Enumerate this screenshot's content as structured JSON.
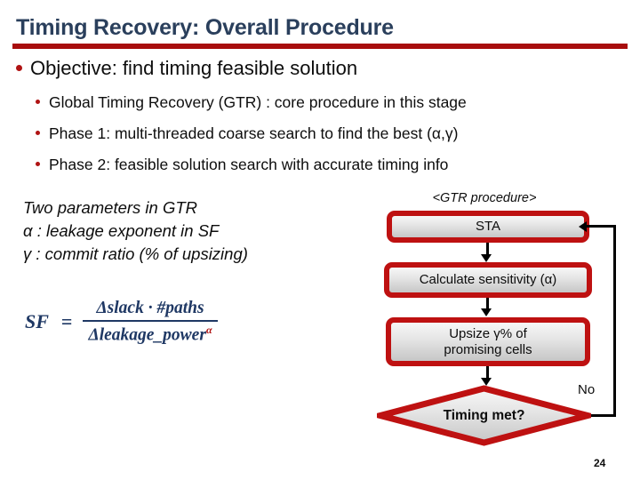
{
  "slide": {
    "title": "Timing Recovery: Overall Procedure",
    "page_number": "24",
    "accent_red": "#A80D0D",
    "box_border_red": "#BE1111",
    "title_blue": "#2A3F5C",
    "formula_navy": "#1F3864"
  },
  "bullets": {
    "level1": "Objective: find timing feasible solution",
    "level2": [
      "Global Timing Recovery (GTR) : core procedure in this stage",
      "Phase 1: multi-threaded coarse search to find the best (α,γ)",
      "Phase 2: feasible solution search with accurate timing info"
    ]
  },
  "notes": {
    "lines": [
      "Two parameters in GTR",
      "α : leakage exponent in SF",
      "γ : commit ratio (% of upsizing)"
    ]
  },
  "formula": {
    "lhs": "SF",
    "equals": "=",
    "numerator": "Δslack · #paths",
    "denominator": "Δleakage_power",
    "exponent": "α"
  },
  "flowchart": {
    "caption": "<GTR procedure>",
    "nodes": [
      {
        "id": "sta",
        "label": "STA",
        "shape": "rounded-rect"
      },
      {
        "id": "sensitivity",
        "label": "Calculate sensitivity (α)",
        "shape": "rounded-rect"
      },
      {
        "id": "upsize",
        "label_line1": "Upsize γ% of",
        "label_line2": "promising cells",
        "shape": "rounded-rect"
      },
      {
        "id": "decision",
        "label": "Timing met?",
        "shape": "diamond"
      }
    ],
    "edge_label_no": "No"
  }
}
